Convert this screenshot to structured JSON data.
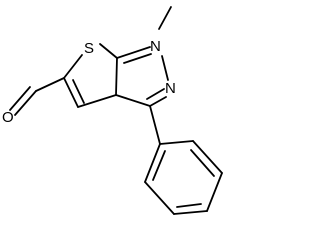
{
  "molecule": {
    "atoms": {
      "sulfur": "S",
      "nitrogen_1": "N",
      "nitrogen_2": "N",
      "oxygen": "O"
    }
  }
}
